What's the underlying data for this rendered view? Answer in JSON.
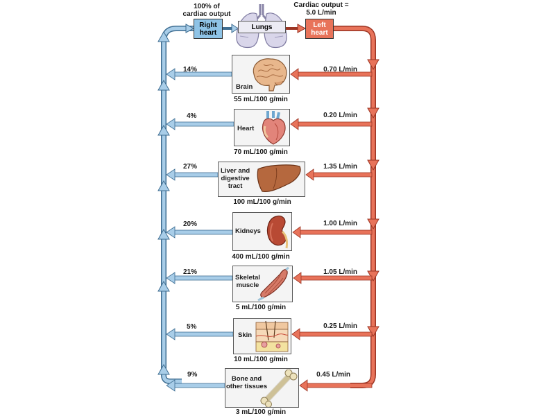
{
  "header": {
    "cardiac_output_pct": "100% of\ncardiac output",
    "cardiac_output_total": "Cardiac output =\n5.0 L/min",
    "right_heart": "Right\nheart",
    "lungs": "Lungs",
    "left_heart": "Left\nheart"
  },
  "organs": [
    {
      "name": "Brain",
      "icon": "brain-icon",
      "percent": "14%",
      "flow": "0.70 L/min",
      "rate": "55 mL/100 g/min"
    },
    {
      "name": "Heart",
      "icon": "heart-icon",
      "percent": "4%",
      "flow": "0.20 L/min",
      "rate": "70 mL/100 g/min"
    },
    {
      "name": "Liver and\ndigestive\ntract",
      "icon": "liver-icon",
      "percent": "27%",
      "flow": "1.35 L/min",
      "rate": "100 mL/100 g/min"
    },
    {
      "name": "Kidneys",
      "icon": "kidney-icon",
      "percent": "20%",
      "flow": "1.00 L/min",
      "rate": "400 mL/100 g/min"
    },
    {
      "name": "Skeletal\nmuscle",
      "icon": "muscle-icon",
      "percent": "21%",
      "flow": "1.05 L/min",
      "rate": "5 mL/100 g/min"
    },
    {
      "name": "Skin",
      "icon": "skin-icon",
      "percent": "5%",
      "flow": "0.25 L/min",
      "rate": "10 mL/100 g/min"
    },
    {
      "name": "Bone and\nother tissues",
      "icon": "bone-icon",
      "percent": "9%",
      "flow": "0.45 L/min",
      "rate": "3 mL/100 g/min"
    }
  ],
  "colors": {
    "venous": "#a8cde8",
    "venous_edge": "#3f6e92",
    "arterial": "#e8735a",
    "arterial_edge": "#9c3524",
    "right_heart_fill": "#8ec3e6",
    "left_heart_fill": "#e8735a",
    "lungs_fill": "#d9d6ea"
  }
}
